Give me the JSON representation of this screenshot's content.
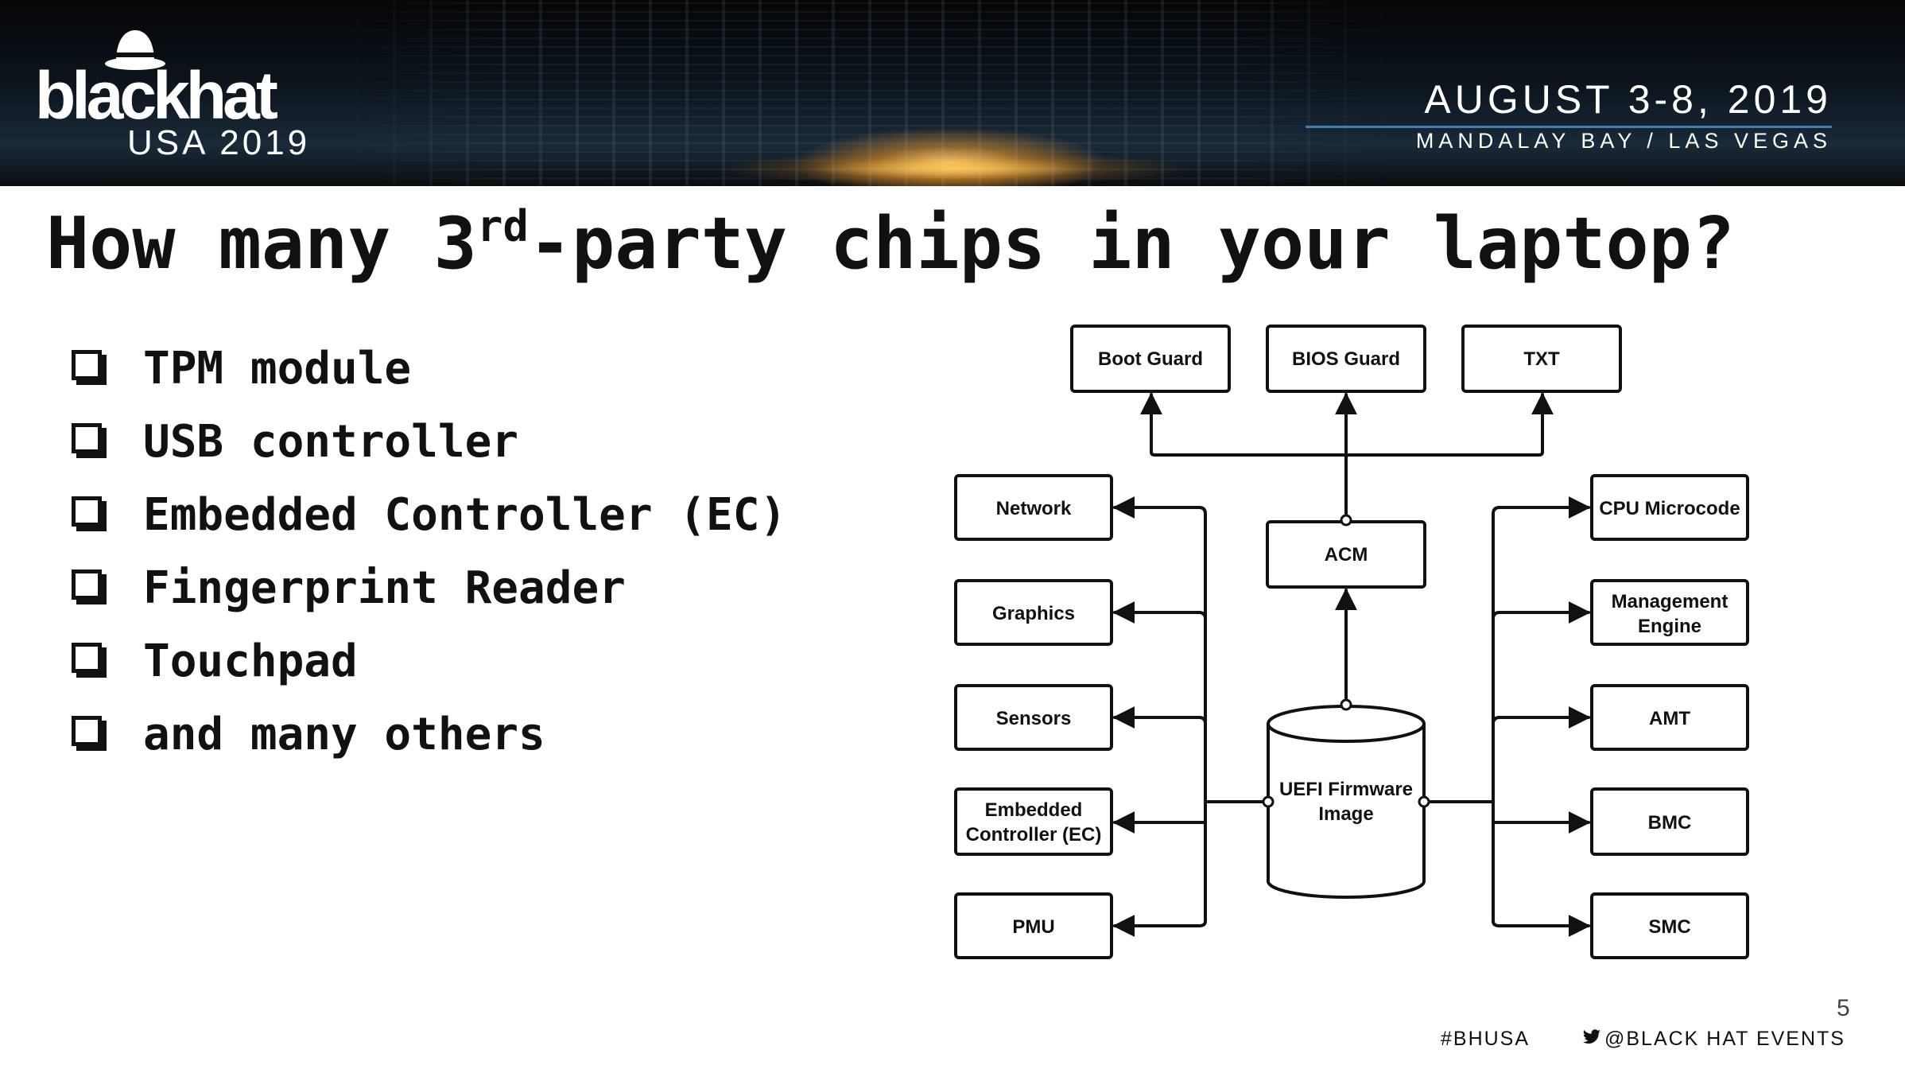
{
  "banner": {
    "logo_text": "blackhat",
    "logo_sub": "USA 2019",
    "event_date": "AUGUST 3-8, 2019",
    "event_location": "MANDALAY BAY / LAS VEGAS"
  },
  "title": {
    "before": "How many 3",
    "superscript": "rd",
    "after": "-party chips in your laptop?"
  },
  "bullets": [
    "TPM module",
    "USB controller",
    "Embedded Controller (EC)",
    "Fingerprint Reader",
    "Touchpad",
    "and many others"
  ],
  "diagram": {
    "top": [
      "Boot Guard",
      "BIOS Guard",
      "TXT"
    ],
    "acm": "ACM",
    "center": [
      "UEFI Firmware",
      "Image"
    ],
    "left": [
      "Network",
      "Graphics",
      "Sensors",
      [
        "Embedded",
        "Controller (EC)"
      ],
      "PMU"
    ],
    "right": [
      "CPU Microcode",
      [
        "Management",
        "Engine"
      ],
      "AMT",
      "BMC",
      "SMC"
    ]
  },
  "footer": {
    "page_number": "5",
    "hashtag": "#BHUSA",
    "handle": "@BLACK HAT EVENTS"
  }
}
